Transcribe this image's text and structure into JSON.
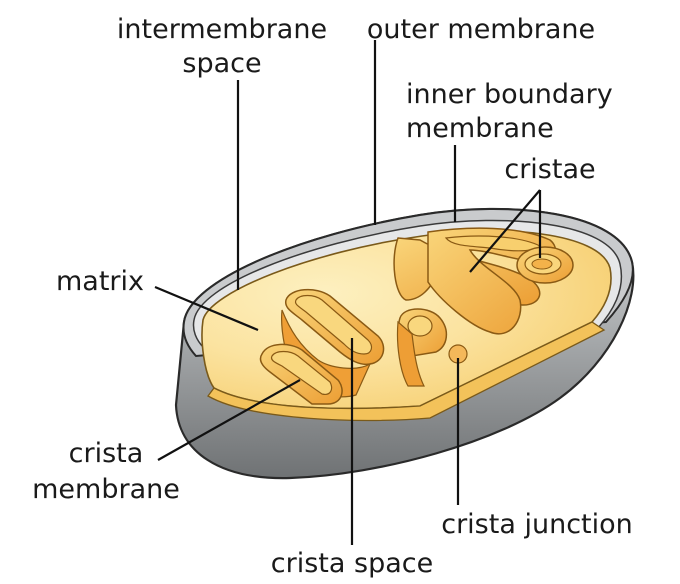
{
  "labels": {
    "intermembrane_space": [
      "intermembrane",
      "space"
    ],
    "outer_membrane": "outer membrane",
    "inner_boundary_membrane": [
      "inner boundary",
      "membrane"
    ],
    "cristae": "cristae",
    "matrix": "matrix",
    "crista_membrane": [
      "crista",
      "membrane"
    ],
    "crista_junction": "crista junction",
    "crista_space": "crista space"
  },
  "colors": {
    "outer_shell": "#8e9193",
    "outer_shell_light": "#d4d6d7",
    "matrix_light": "#fbe7a1",
    "matrix_mid": "#f5c760",
    "cristae_fold": "#f0a93c",
    "cristae_edge": "#f7d072",
    "line": "#111111"
  }
}
